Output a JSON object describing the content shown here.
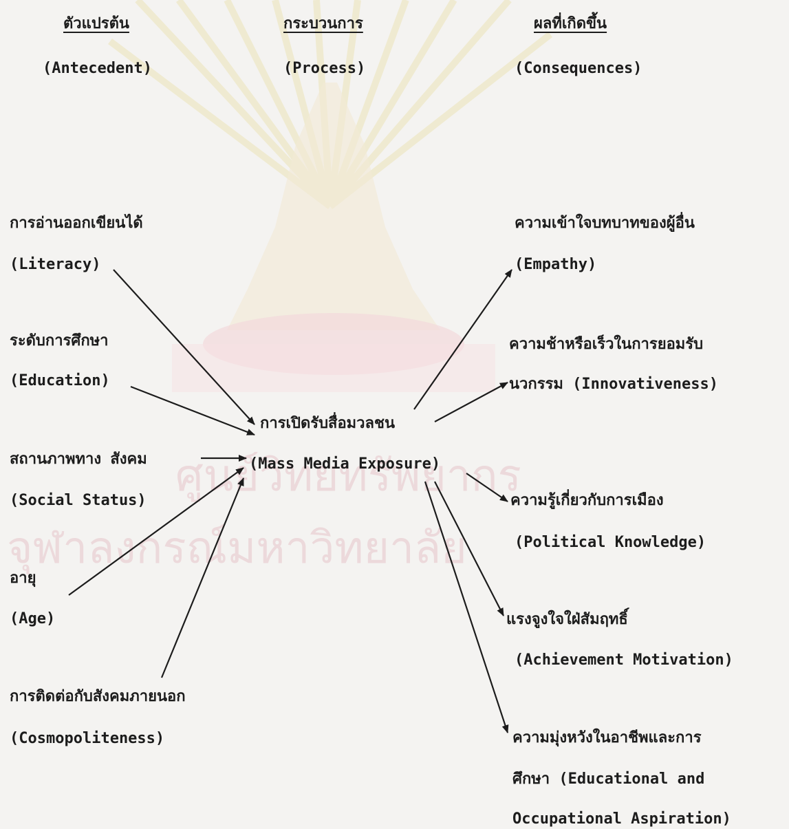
{
  "watermark": {
    "line1": "ศูนย์วิทยทรัพยากร",
    "line2": "จุฬาลงกรณ์มหาวิทยาลัย"
  },
  "headers": {
    "antecedent_th": "ตัวแปรต้น",
    "antecedent_en": "(Antecedent)",
    "process_th": "กระบวนการ",
    "process_en": "(Process)",
    "consequences_th": "ผลที่เกิดขึ้น",
    "consequences_en": "(Consequences)"
  },
  "antecedents": [
    {
      "th": "การอ่านออกเขียนได้",
      "en": "(Literacy)"
    },
    {
      "th": "ระดับการศึกษา",
      "en": "(Education)"
    },
    {
      "th": "สถานภาพทาง สังคม",
      "en": "(Social Status)"
    },
    {
      "th": "อายุ",
      "en": "(Age)"
    },
    {
      "th": "การติดต่อกับสังคมภายนอก",
      "en": "(Cosmopoliteness)"
    }
  ],
  "process": {
    "th": "การเปิดรับสื่อมวลชน",
    "en": "(Mass Media Exposure)"
  },
  "consequences": [
    {
      "line1": "ความเข้าใจบทบาทของผู้อื่น",
      "line2": "(Empathy)"
    },
    {
      "line1": "ความช้าหรือเร็วในการยอมรับ",
      "line2": "นวกรรม (Innovativeness)"
    },
    {
      "line1": "ความรู้เกี่ยวกับการเมือง",
      "line2": "(Political Knowledge)"
    },
    {
      "line1": "แรงจูงใจใฝ่สัมฤทธิ์",
      "line2": "(Achievement Motivation)"
    },
    {
      "line1": "ความมุ่งหวังในอาชีพและการ",
      "line2": "ศึกษา (Educational and",
      "line3": "Occupational Aspiration)"
    }
  ],
  "colors": {
    "ink": "#1c1c1c",
    "watermark": "#e7c9cd"
  }
}
